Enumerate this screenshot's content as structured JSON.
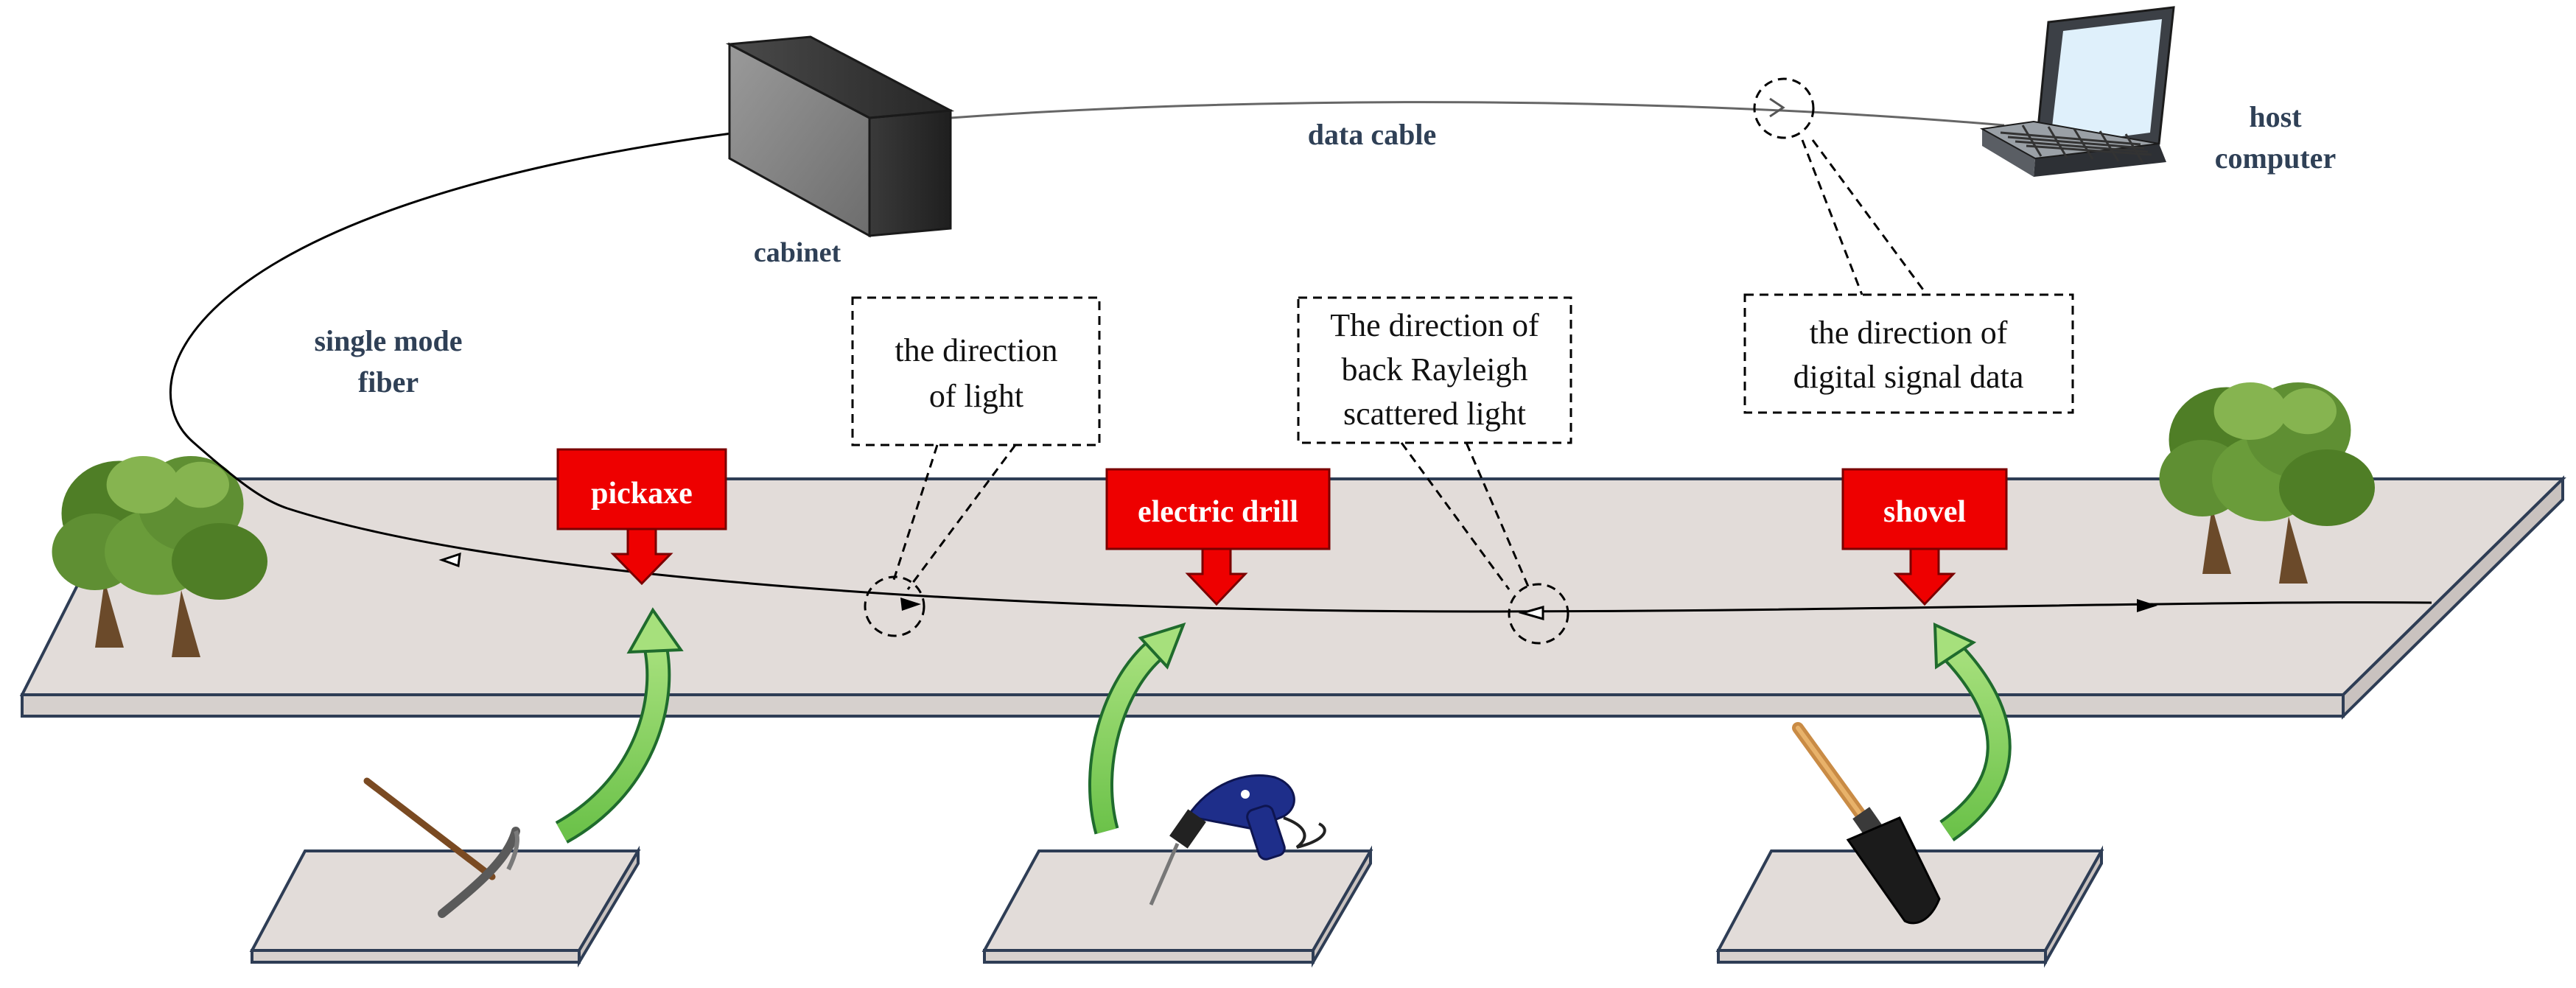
{
  "labels": {
    "cabinet": "cabinet",
    "data_cable": "data cable",
    "host_computer_line1": "host",
    "host_computer_line2": "computer",
    "single_mode_fiber_line1": "single mode",
    "single_mode_fiber_line2": "fiber"
  },
  "callouts": {
    "light_direction": [
      "the direction",
      "of light"
    ],
    "rayleigh_direction": [
      "The direction of",
      "back Rayleigh",
      "scattered light"
    ],
    "digital_signal_direction": [
      "the direction of",
      "digital signal data"
    ]
  },
  "events": [
    {
      "label": "pickaxe",
      "tool_icon": "pickaxe-icon"
    },
    {
      "label": "electric drill",
      "tool_icon": "electric-drill-icon"
    },
    {
      "label": "shovel",
      "tool_icon": "shovel-icon"
    }
  ],
  "colors": {
    "ground_fill": "#e2dcd9",
    "ground_edge": "#2e3d55",
    "event_tag": "#ee0000",
    "arrow_green": "#80d05a",
    "arrow_green_edge": "#1f6b2d",
    "tree_green": "#5f8f33",
    "cabinet_gray": "#8a8a8a"
  }
}
